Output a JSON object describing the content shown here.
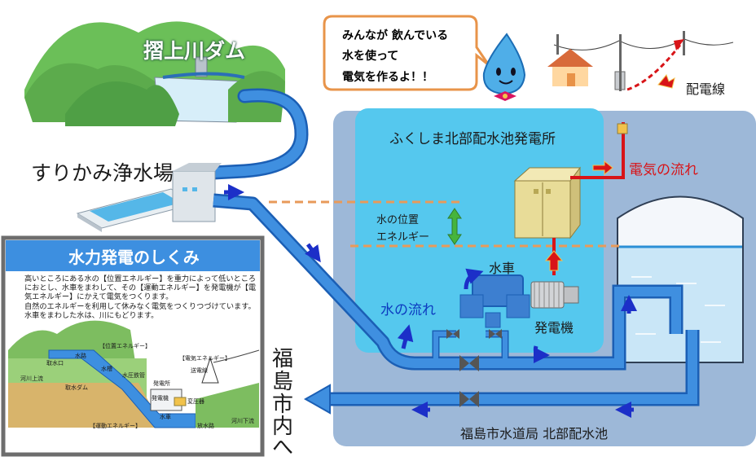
{
  "dam_name": "摺上川ダム",
  "treatment_plant": "すりかみ浄水場",
  "speech_bubble": [
    "みんなが 飲んでいる",
    "水を使って",
    "電気を作るよ！！"
  ],
  "distribution_line": "配電線",
  "power_station": "ふくしま北部配水池発電所",
  "electricity_flow": "電気の流れ",
  "position_energy": [
    "水の位置",
    "エネルギー"
  ],
  "water_wheel": "水車",
  "water_flow": "水の流れ",
  "generator": "発電機",
  "reservoir": "福島市水道局 北部配水池",
  "to_city": [
    "福",
    "島",
    "市",
    "内",
    "へ"
  ],
  "panel": {
    "title": "水力発電のしくみ",
    "text": [
      "高いところにある水の【位置エネルギー】を重力によって低いところ",
      "におとし、水車をまわして、その【運動エネルギー】を発電機が【電",
      "気エネルギー】にかえて電気をつくります。",
      "自然のエネルギーを利用して休みなく電気をつくりつづけています。",
      "水車をまわした水は、川にもどります。"
    ],
    "diagram_labels": {
      "intake": "取水口",
      "upstream": "河川上流",
      "waterway": "水路",
      "intake_dam": "取水ダム",
      "tank": "水槽",
      "position_energy": "【位置エネルギー】",
      "penstock": "水圧鉄管",
      "power_house": "発電所",
      "electric_energy": "【電気エネルギー】",
      "power_line": "送電線",
      "generator": "発電機",
      "transformer": "変圧器",
      "kinetic_energy": "【運動エネルギー】",
      "turbine": "水車",
      "tailrace": "放水路",
      "downstream": "河川下流"
    }
  },
  "colors": {
    "pipe": "#3f8fe0",
    "pipe_outline": "#1b5fb5",
    "station_bg": "#9db8d8",
    "inner_station": "#55c8ee",
    "electric_red": "#d81418",
    "flow_arrow": "#1c2fc8",
    "energy_arrow": "#46b43c",
    "panel_frame": "#6d6d6d"
  },
  "icons": [
    "water-drop-mascot",
    "house-icon",
    "utility-pole-icon",
    "up-down-arrow-icon",
    "water-flow-arrow-icon",
    "electric-arrow-icon",
    "valve-icon"
  ]
}
